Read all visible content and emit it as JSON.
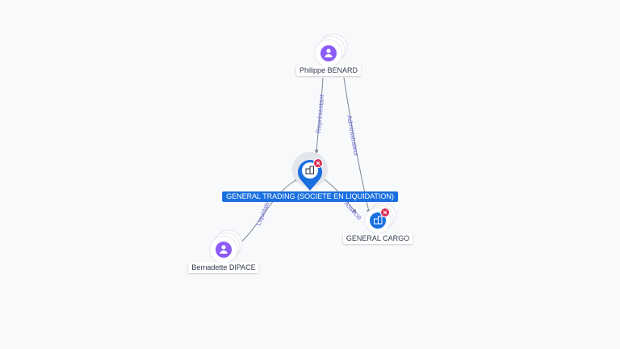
{
  "nodes": {
    "philippe": {
      "label": "Philippe BENARD",
      "type": "person"
    },
    "general_trading": {
      "label": "GENERAL TRADING (SOCIETE EN LIQUIDATION)",
      "type": "company",
      "status": "closed"
    },
    "general_cargo": {
      "label": "GENERAL CARGO",
      "type": "company",
      "status": "closed"
    },
    "bernadette": {
      "label": "Bernadette DIPACE",
      "type": "person"
    }
  },
  "edges": {
    "representant": "Représentant",
    "administrateur": "Administrateur",
    "liquidateur": "Liquidateur",
    "trading_cargo": "Associé"
  },
  "colors": {
    "person": "#8b5cf6",
    "company": "#1a6fe0",
    "closed_badge": "#dc2c53",
    "edge": "#7d8597",
    "edge_text": "#6c6fd0"
  },
  "icons": {
    "person": "person-icon",
    "company": "building-icon",
    "closed": "close-icon"
  }
}
